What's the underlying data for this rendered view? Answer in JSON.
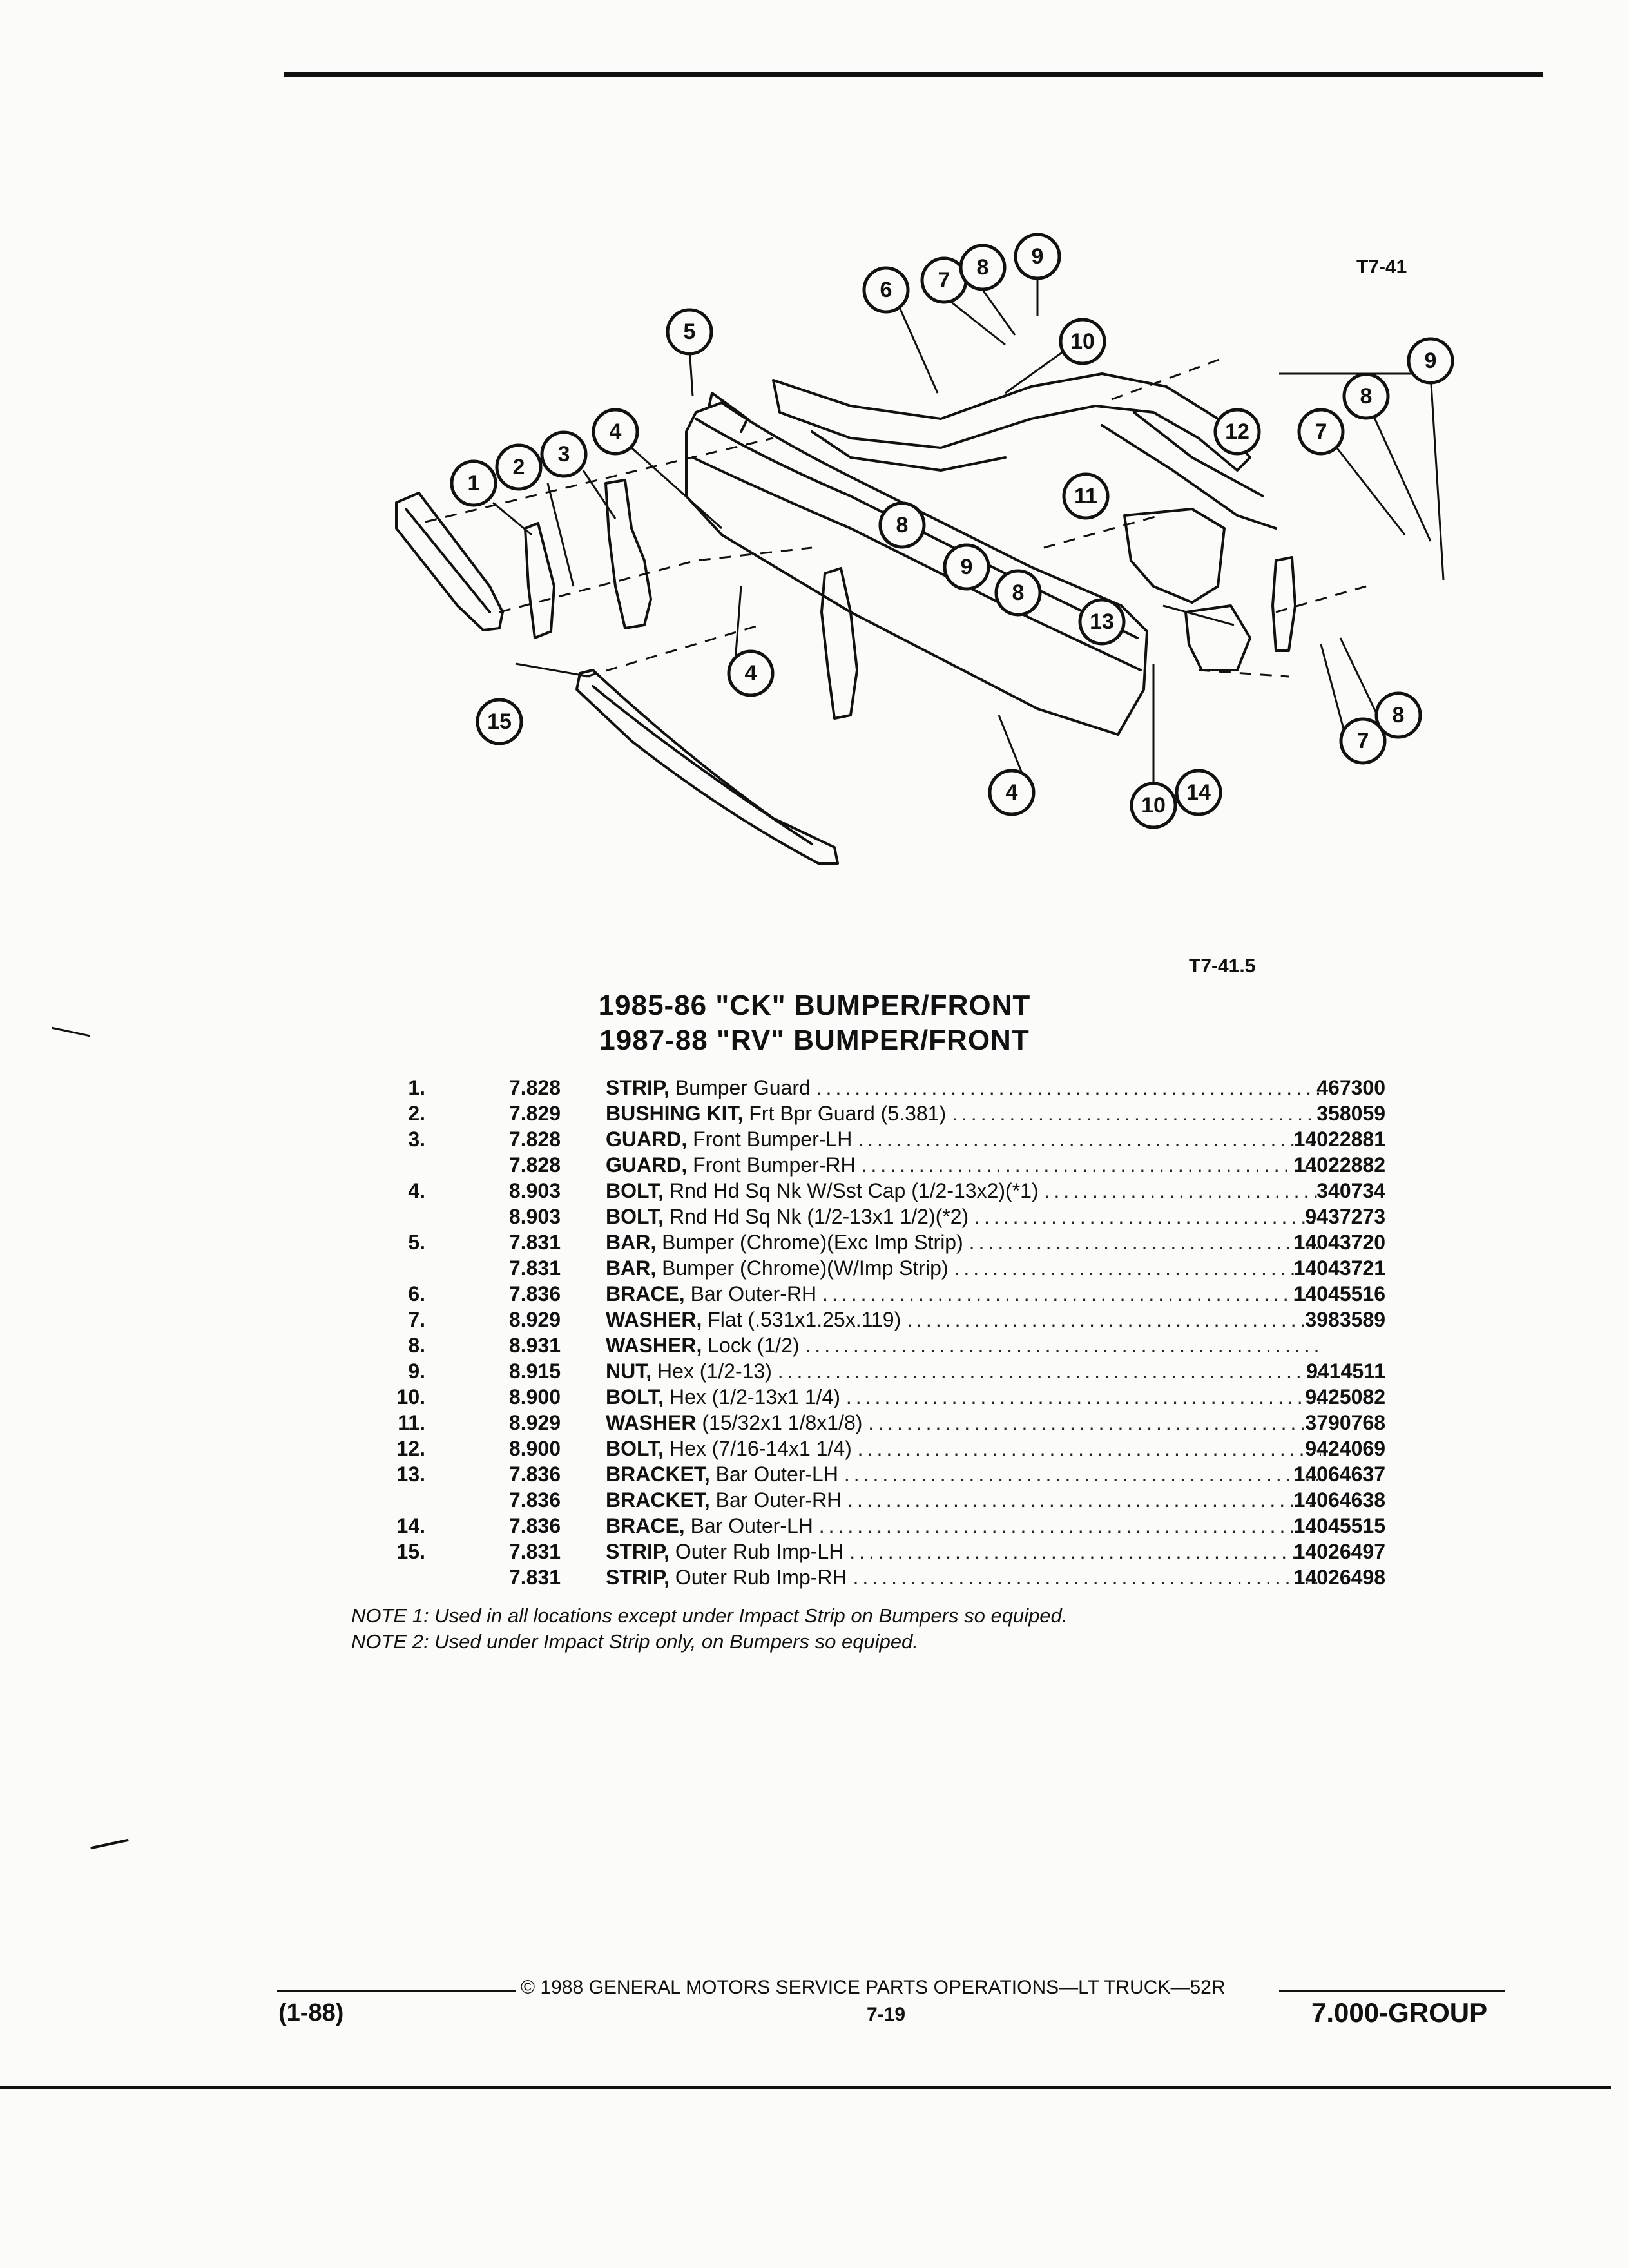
{
  "figure_ids": {
    "top": "T7-41",
    "bottom": "T7-41.5"
  },
  "titles": [
    "1985-86 \"CK\" BUMPER/FRONT",
    "1987-88 \"RV\" BUMPER/FRONT"
  ],
  "parts": [
    {
      "num": "1.",
      "grp": "7.828",
      "name": "STRIP,",
      "detail": "Bumper Guard",
      "pn": "467300"
    },
    {
      "num": "2.",
      "grp": "7.829",
      "name": "BUSHING KIT,",
      "detail": "Frt Bpr Guard (5.381)",
      "pn": "358059"
    },
    {
      "num": "3.",
      "grp": "7.828",
      "name": "GUARD,",
      "detail": "Front Bumper-LH",
      "pn": "14022881"
    },
    {
      "num": "",
      "grp": "7.828",
      "name": "GUARD,",
      "detail": "Front Bumper-RH",
      "pn": "14022882"
    },
    {
      "num": "4.",
      "grp": "8.903",
      "name": "BOLT,",
      "detail": "Rnd Hd Sq Nk W/Sst Cap (1/2-13x2)(*1)",
      "pn": "340734"
    },
    {
      "num": "",
      "grp": "8.903",
      "name": "BOLT,",
      "detail": "Rnd Hd Sq Nk (1/2-13x1 1/2)(*2)",
      "pn": "9437273"
    },
    {
      "num": "5.",
      "grp": "7.831",
      "name": "BAR,",
      "detail": "Bumper (Chrome)(Exc Imp Strip)",
      "pn": "14043720"
    },
    {
      "num": "",
      "grp": "7.831",
      "name": "BAR,",
      "detail": "Bumper (Chrome)(W/Imp Strip)",
      "pn": "14043721"
    },
    {
      "num": "6.",
      "grp": "7.836",
      "name": "BRACE,",
      "detail": "Bar Outer-RH",
      "pn": "14045516"
    },
    {
      "num": "7.",
      "grp": "8.929",
      "name": "WASHER,",
      "detail": "Flat (.531x1.25x.119)",
      "pn": "3983589"
    },
    {
      "num": "8.",
      "grp": "8.931",
      "name": "WASHER,",
      "detail": "Lock (1/2)",
      "pn": ""
    },
    {
      "num": "9.",
      "grp": "8.915",
      "name": "NUT,",
      "detail": "Hex (1/2-13)",
      "pn": "9414511"
    },
    {
      "num": "10.",
      "grp": "8.900",
      "name": "BOLT,",
      "detail": "Hex (1/2-13x1 1/4)",
      "pn": "9425082"
    },
    {
      "num": "11.",
      "grp": "8.929",
      "name": "WASHER",
      "detail": "(15/32x1 1/8x1/8)",
      "pn": "3790768"
    },
    {
      "num": "12.",
      "grp": "8.900",
      "name": "BOLT,",
      "detail": "Hex (7/16-14x1 1/4)",
      "pn": "9424069"
    },
    {
      "num": "13.",
      "grp": "7.836",
      "name": "BRACKET,",
      "detail": "Bar Outer-LH",
      "pn": "14064637"
    },
    {
      "num": "",
      "grp": "7.836",
      "name": "BRACKET,",
      "detail": "Bar Outer-RH",
      "pn": "14064638"
    },
    {
      "num": "14.",
      "grp": "7.836",
      "name": "BRACE,",
      "detail": "Bar Outer-LH",
      "pn": "14045515"
    },
    {
      "num": "15.",
      "grp": "7.831",
      "name": "STRIP,",
      "detail": "Outer Rub Imp-LH",
      "pn": "14026497"
    },
    {
      "num": "",
      "grp": "7.831",
      "name": "STRIP,",
      "detail": "Outer Rub Imp-RH",
      "pn": "14026498"
    }
  ],
  "notes": [
    "NOTE 1: Used in all locations except under Impact Strip on Bumpers so equiped.",
    "NOTE 2: Used under Impact Strip only, on Bumpers so equiped."
  ],
  "footer": {
    "copyright": "© 1988 GENERAL MOTORS SERVICE PARTS OPERATIONS—LT TRUCK—52R",
    "date": "(1-88)",
    "page": "7-19",
    "group": "7.000-GROUP"
  },
  "callouts": [
    "1",
    "2",
    "3",
    "4",
    "4",
    "4",
    "5",
    "6",
    "7",
    "8",
    "9",
    "10",
    "9",
    "8",
    "7",
    "12",
    "11",
    "8",
    "9",
    "8",
    "13",
    "10",
    "14",
    "7",
    "8",
    "15"
  ]
}
